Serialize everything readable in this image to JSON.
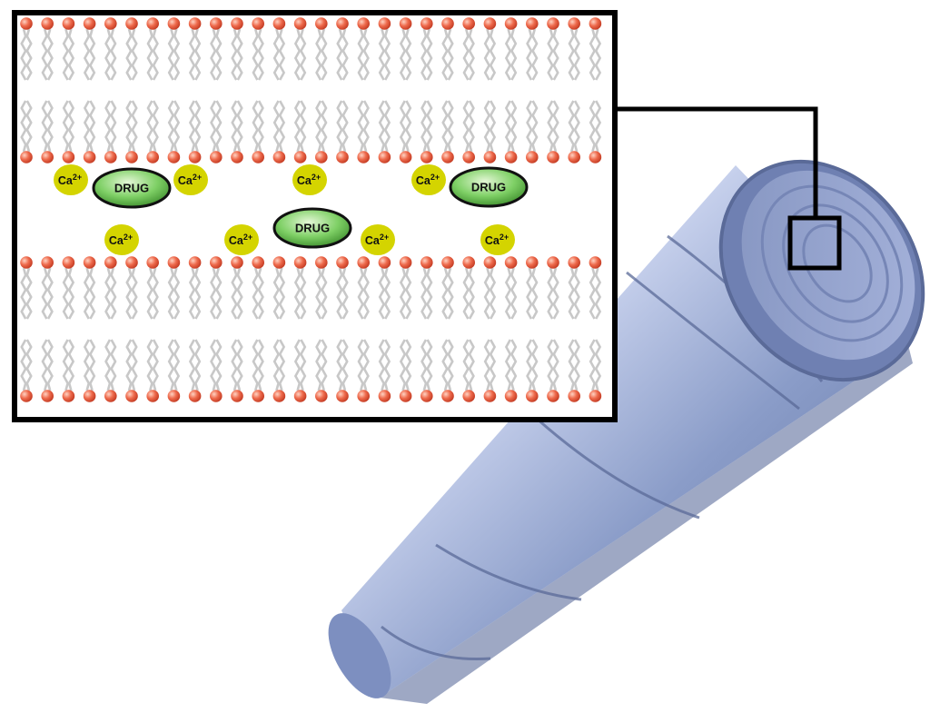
{
  "ions": [
    {
      "symbol": "Ca",
      "charge": "2+"
    },
    {
      "symbol": "Ca",
      "charge": "2+"
    },
    {
      "symbol": "Ca",
      "charge": "2+"
    },
    {
      "symbol": "Ca",
      "charge": "2+"
    },
    {
      "symbol": "Ca",
      "charge": "2+"
    },
    {
      "symbol": "Ca",
      "charge": "2+"
    },
    {
      "symbol": "Ca",
      "charge": "2+"
    },
    {
      "symbol": "Ca",
      "charge": "2+"
    }
  ],
  "drugs": [
    {
      "label": "DRUG"
    },
    {
      "label": "DRUG"
    },
    {
      "label": "DRUG"
    }
  ],
  "colors": {
    "lipid_head": "#e8533a",
    "lipid_tail": "#c8c8c8",
    "ion": "#d4d400",
    "drug": "#6cc35a",
    "cylinder": "#8094c0",
    "frame": "#000000"
  }
}
